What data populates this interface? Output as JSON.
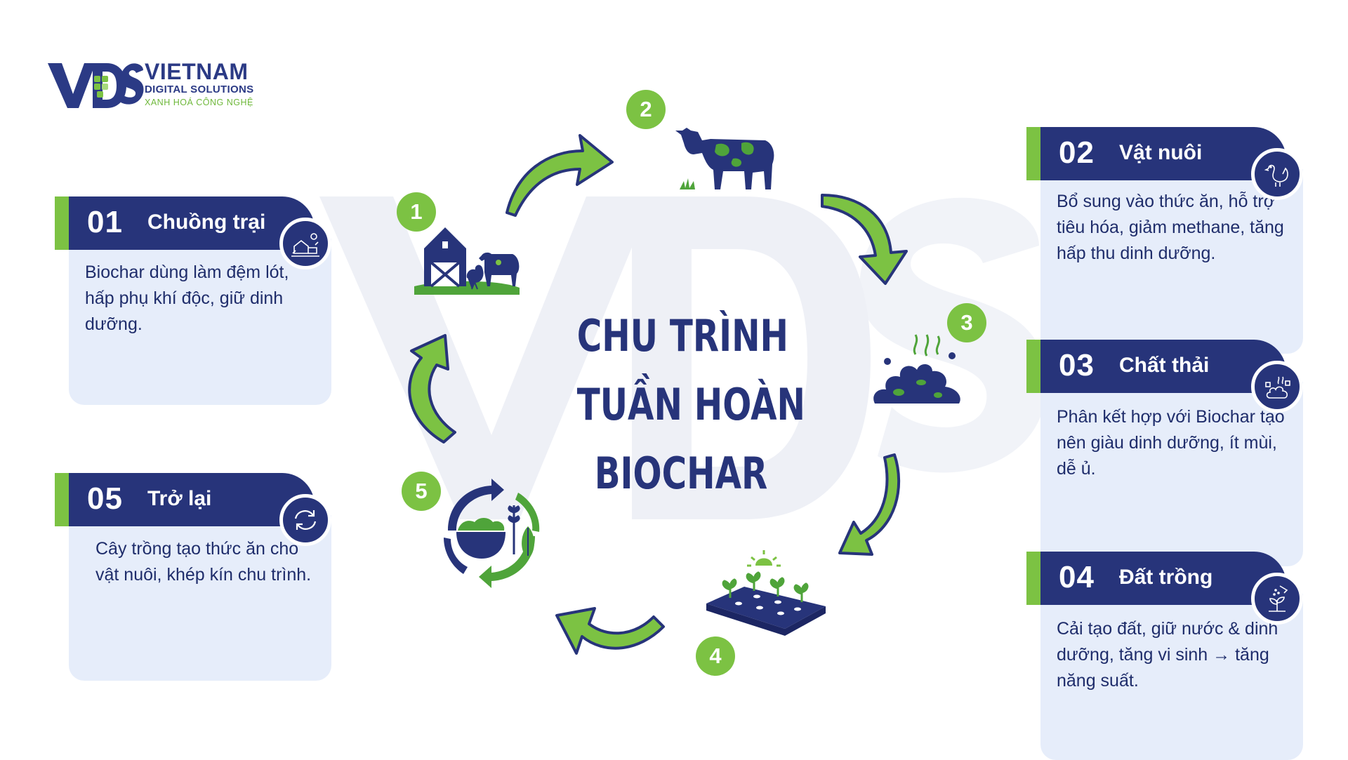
{
  "logo": {
    "name": "VIETNAM",
    "subtitle": "DIGITAL SOLUTIONS",
    "tagline": "XANH HOÁ CÔNG NGHỆ"
  },
  "title": {
    "lines": [
      "CHU TRÌNH",
      "TUẦN HOÀN",
      "BIOCHAR"
    ]
  },
  "steps": [
    "1",
    "2",
    "3",
    "4",
    "5"
  ],
  "cards": [
    {
      "number": "01",
      "title": "Chuồng trại",
      "text": "Biochar dùng làm đệm lót, hấp phụ khí độc, giữ dinh dưỡng.",
      "icon": "farm-icon"
    },
    {
      "number": "02",
      "title": "Vật nuôi",
      "text": "Bổ sung vào thức ăn, hỗ trợ tiêu hóa, giảm methane, tăng hấp thu dinh dưỡng.",
      "icon": "chicken-icon"
    },
    {
      "number": "03",
      "title": "Chất thải",
      "text": "Phân kết hợp với Biochar tạo nên giàu dinh dưỡng, ít mùi, dễ ủ.",
      "icon": "manure-icon"
    },
    {
      "number": "04",
      "title": "Đất trồng",
      "text": "Cải tạo đất, giữ nước & dinh dưỡng, tăng vi sinh → tăng năng suất.",
      "icon": "sprout-icon"
    },
    {
      "number": "05",
      "title": "Trở lại",
      "text": "Cây trồng tạo thức ăn cho vật nuôi, khép kín chu trình.",
      "icon": "recycle-icon"
    }
  ],
  "colors": {
    "navy": "#27347a",
    "green": "#7cc243",
    "card_bg": "#e6edfa"
  }
}
